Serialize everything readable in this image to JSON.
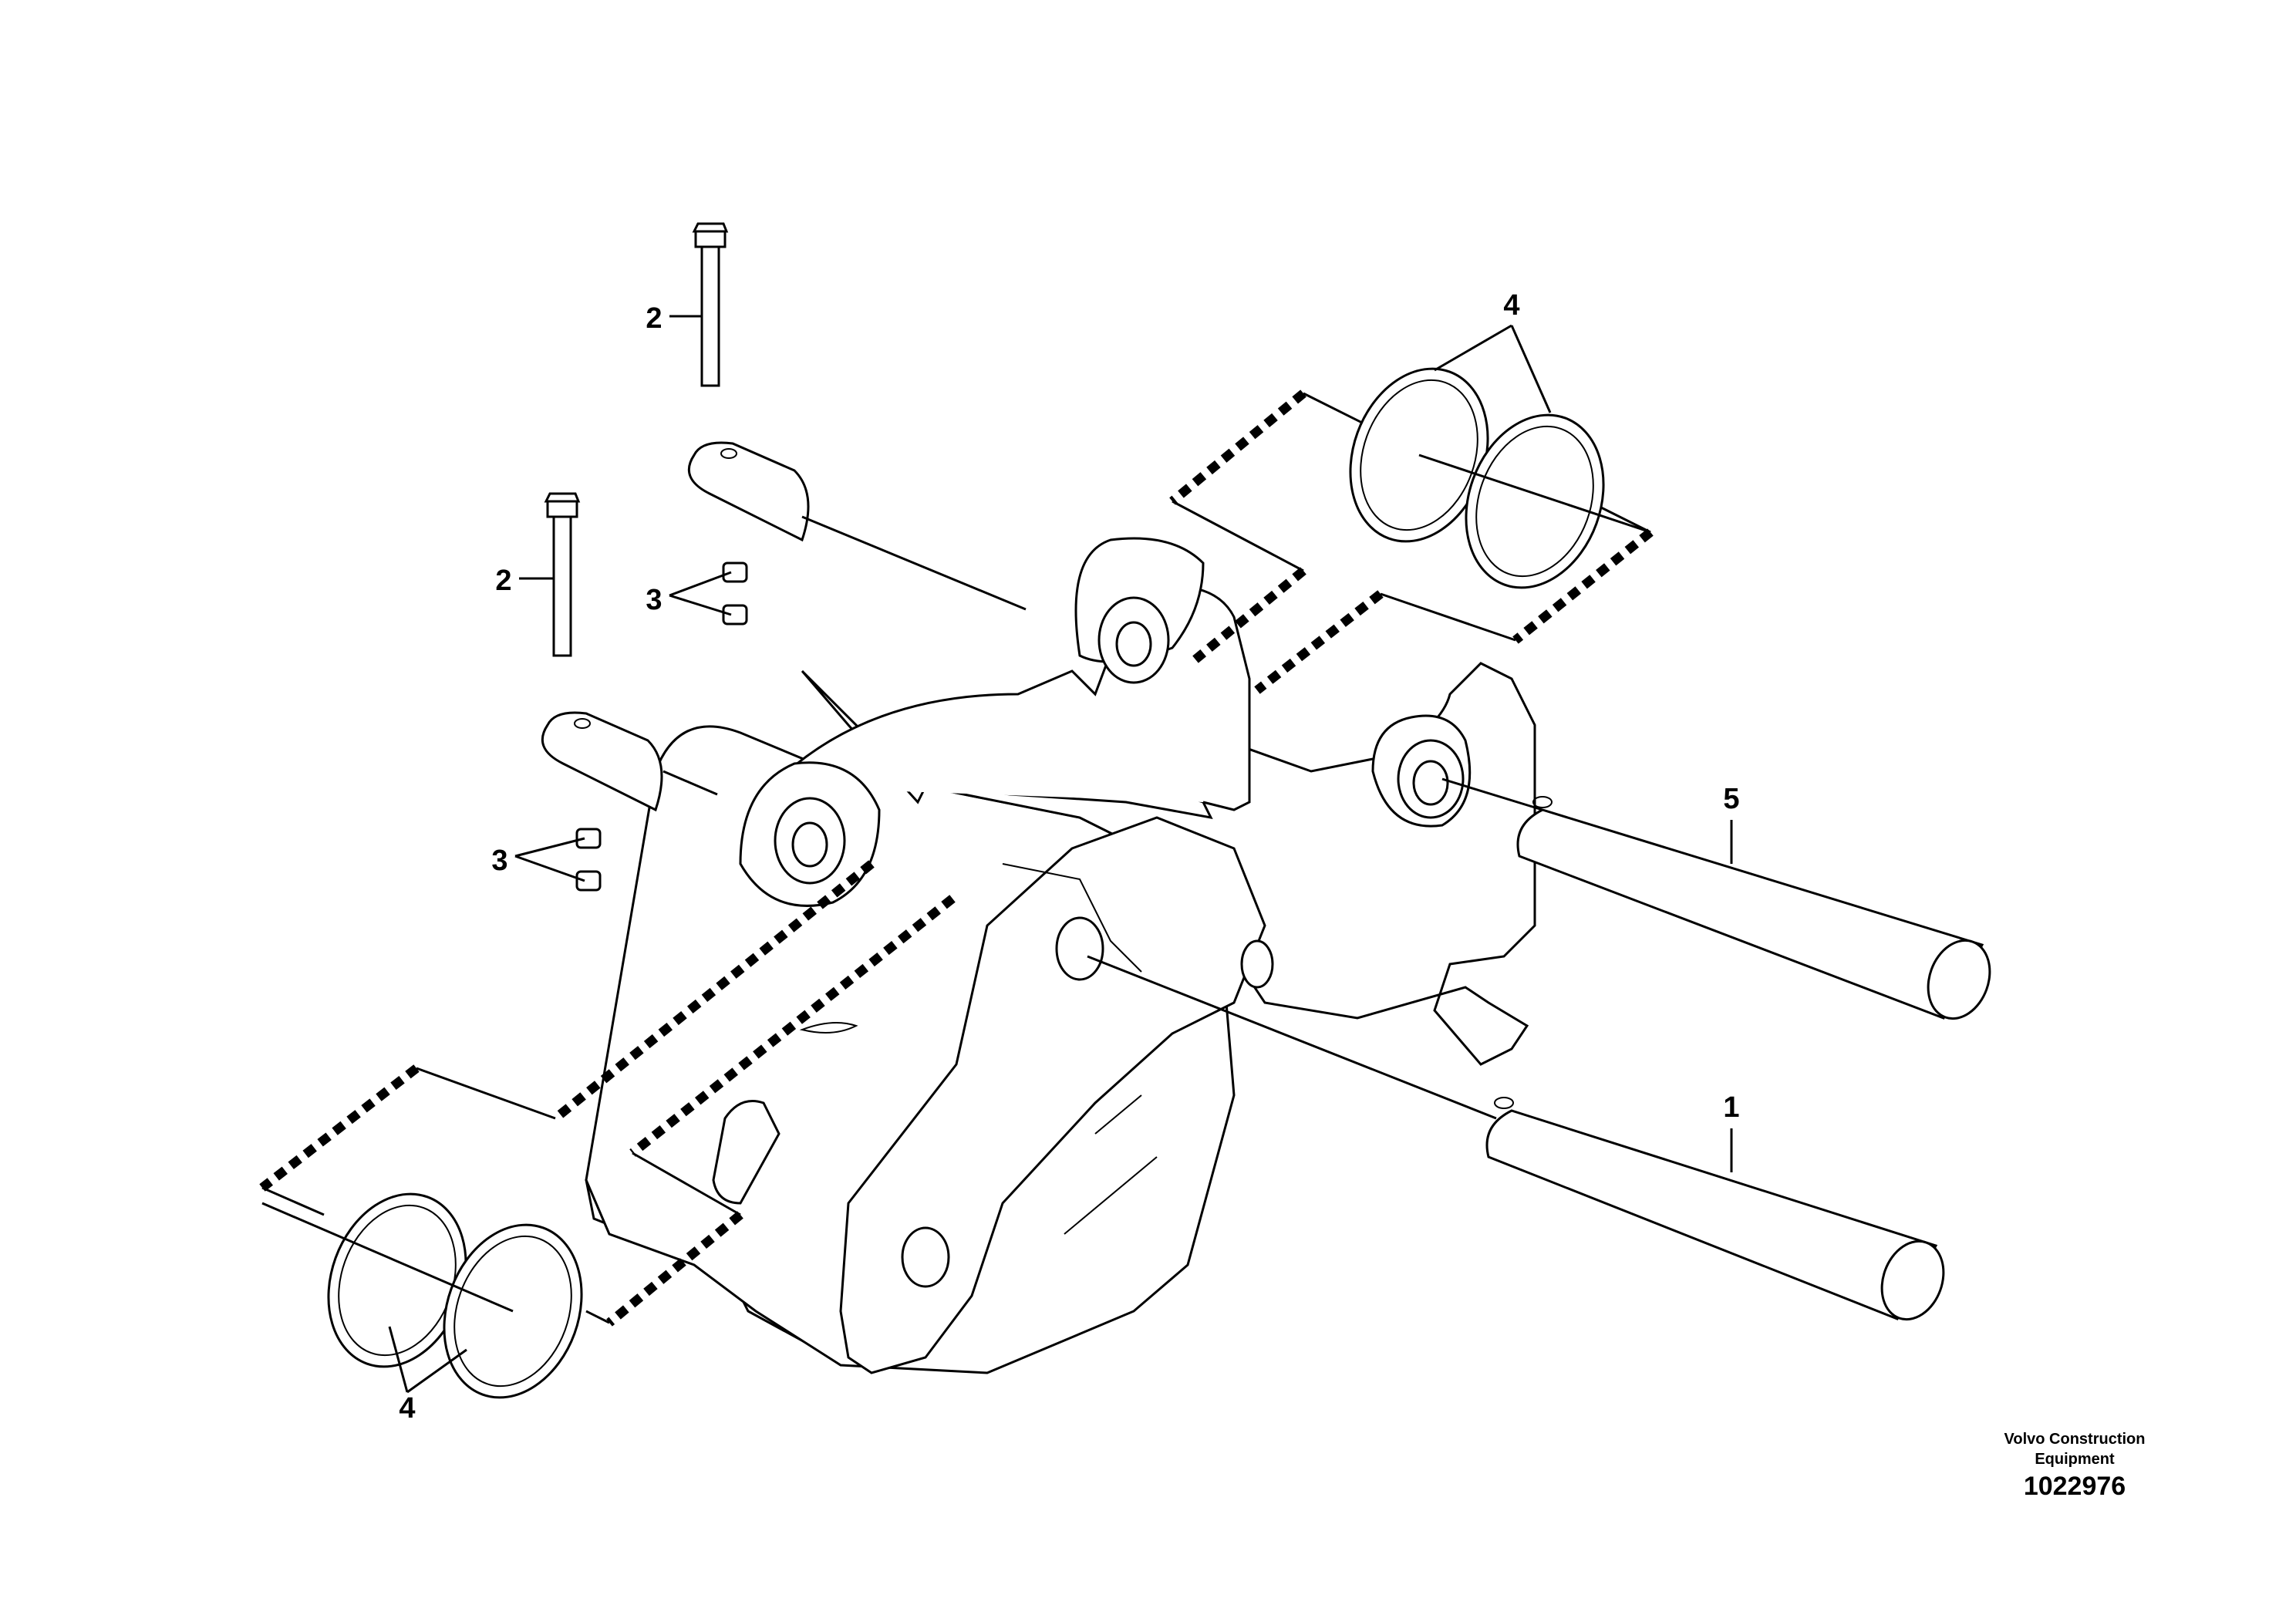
{
  "callouts": {
    "c1": "1",
    "c2a": "2",
    "c2b": "2",
    "c3a": "3",
    "c3b": "3",
    "c4a": "4",
    "c4b": "4",
    "c5": "5"
  },
  "footer": {
    "brand_line1": "Volvo Construction",
    "brand_line2": "Equipment",
    "drawing_number": "1022976"
  }
}
